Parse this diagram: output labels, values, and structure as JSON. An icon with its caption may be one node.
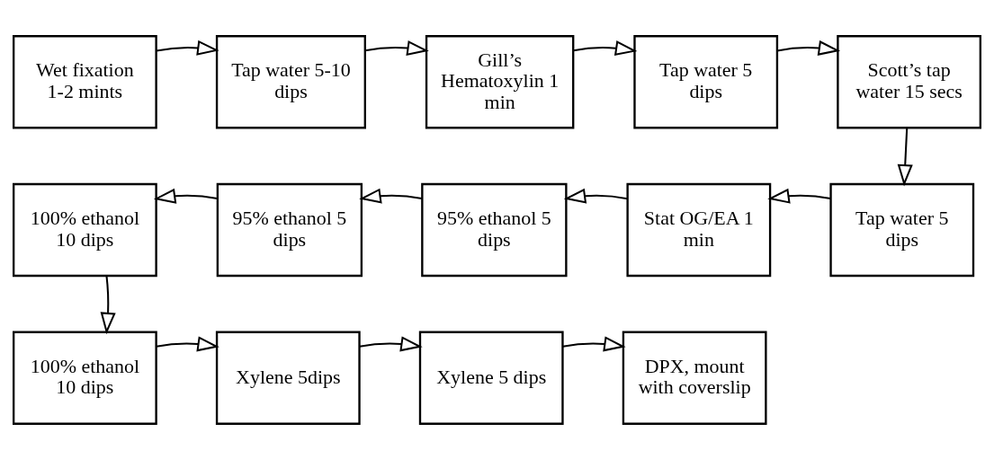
{
  "diagram": {
    "nodes": [
      {
        "text": [
          "Wet fixation 1-2 mints"
        ]
      },
      {
        "text": [
          "Tap water 5-10 dips"
        ]
      },
      {
        "text": [
          "Gill’s Hematoxylin 1 min"
        ]
      },
      {
        "text": [
          "Tap water 5 dips"
        ]
      },
      {
        "text": [
          "Scott’s tap water 15 secs"
        ]
      },
      {
        "text": [
          "Tap water 5 dips"
        ]
      },
      {
        "text": [
          "Stat OG/EA 1 min"
        ]
      },
      {
        "text": [
          "95% ethanol 5 dips"
        ]
      },
      {
        "text": [
          "95% ethanol 5 dips"
        ]
      },
      {
        "text": [
          "100% ethanol 10 dips"
        ]
      },
      {
        "text": [
          "100% ethanol 10 dips"
        ]
      },
      {
        "text": [
          "Xylene 5dips"
        ]
      },
      {
        "text": [
          "Xylene 5 dips"
        ]
      },
      {
        "text": [
          "DPX, mount with coverslip"
        ]
      }
    ],
    "edges": [
      {
        "from": 0,
        "to": 1,
        "arrow": "to"
      },
      {
        "from": 1,
        "to": 2,
        "arrow": "to"
      },
      {
        "from": 2,
        "to": 3,
        "arrow": "to"
      },
      {
        "from": 3,
        "to": 4,
        "arrow": "to"
      },
      {
        "from": 4,
        "to": 5,
        "arrow": "to"
      },
      {
        "from": 5,
        "to": 6,
        "arrow": "to"
      },
      {
        "from": 6,
        "to": 7,
        "arrow": "to"
      },
      {
        "from": 7,
        "to": 8,
        "arrow": "to"
      },
      {
        "from": 8,
        "to": 9,
        "arrow": "to"
      },
      {
        "from": 9,
        "to": 10,
        "arrow": "to"
      },
      {
        "from": 10,
        "to": 11,
        "arrow": "to"
      },
      {
        "from": 11,
        "to": 12,
        "arrow": "to"
      },
      {
        "from": 12,
        "to": 13,
        "arrow": "to"
      }
    ]
  }
}
